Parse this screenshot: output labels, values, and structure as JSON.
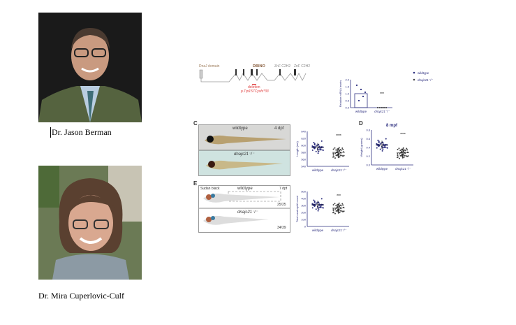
{
  "people": [
    {
      "name": "Dr. Jason Berman"
    },
    {
      "name": "Dr. Mira Cuperlovic-Culf"
    }
  ],
  "figure": {
    "gene": {
      "domains": [
        "DnaJ domain",
        "DBINO",
        "ZnF C2H2",
        "ZnF C2H2"
      ],
      "deletion": "deletion",
      "mutation": "p.Trp157Cysfs*33"
    },
    "panel_labels": [
      "C",
      "D",
      "E"
    ],
    "mrna_chart": {
      "type": "bar",
      "ylabel": "Relative mRNA levels",
      "categories": [
        "wildtype",
        "dnajc21⁻/⁻"
      ],
      "values": [
        1.0,
        0.0
      ],
      "ylim": [
        0,
        2.0
      ],
      "ticks": [
        "0.0",
        "0.5",
        "1.0",
        "1.5",
        "2.0"
      ],
      "significance": "***",
      "legend": [
        "wildtype",
        "dnajc21⁻/⁻"
      ]
    },
    "panel_c": {
      "img_labels": [
        "wildtype",
        "4 dpf",
        "dnajc21⁻/⁻"
      ],
      "chart": {
        "type": "scatter",
        "ylabel": "Length (um)",
        "categories": [
          "wildtype",
          "dnajc21⁻/⁻"
        ],
        "means": [
          595,
          580
        ],
        "ylim": [
          540,
          640
        ],
        "ticks": [
          "540",
          "560",
          "580",
          "600",
          "620",
          "640"
        ],
        "significance": "****"
      }
    },
    "panel_d": {
      "title": "8 mpf",
      "chart": {
        "type": "scatter",
        "ylabel": "Weight (grams)",
        "categories": [
          "wildtype",
          "dnajc21⁻/⁻"
        ],
        "means": [
          0.46,
          0.28
        ],
        "ylim": [
          0,
          0.8
        ],
        "ticks": [
          "0.0",
          "0.2",
          "0.4",
          "0.6",
          "0.8"
        ],
        "significance": "****"
      }
    },
    "panel_e": {
      "img_labels": [
        "Sudan black",
        "wildtype",
        "7 dpf",
        "25/25",
        "dnajc21⁻/⁻",
        "34/39"
      ],
      "chart": {
        "type": "scatter",
        "ylabel": "Total neutrophil count",
        "categories": [
          "wildtype",
          "dnajc21⁻/⁻"
        ],
        "means": [
          310,
          265
        ],
        "ylim": [
          0,
          500
        ],
        "ticks": [
          "0",
          "100",
          "200",
          "300",
          "400",
          "500"
        ],
        "significance": "***"
      }
    }
  },
  "colors": {
    "navy": "#2d2f7f",
    "gray": "#555555",
    "gene_label": "#a08060",
    "mutation": "#e04040"
  }
}
